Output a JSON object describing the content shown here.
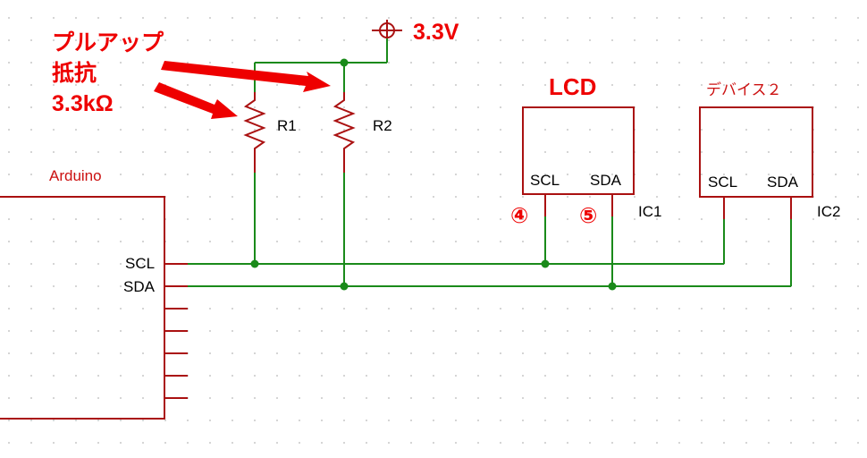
{
  "annotation": {
    "pullup_line1": "プルアップ",
    "pullup_line2": "抵抗",
    "pullup_line3": "3.3kΩ"
  },
  "power": {
    "label": "3.3V"
  },
  "resistors": [
    {
      "ref": "R1"
    },
    {
      "ref": "R2"
    }
  ],
  "arduino": {
    "title": "Arduino",
    "pins": {
      "scl": "SCL",
      "sda": "SDA"
    }
  },
  "ic1": {
    "title": "LCD",
    "pin_scl": "SCL",
    "pin_sda": "SDA",
    "ref": "IC1",
    "pin_num_scl": "④",
    "pin_num_sda": "⑤"
  },
  "ic2": {
    "title": "デバイス２",
    "pin_scl": "SCL",
    "pin_sda": "SDA",
    "ref": "IC2"
  },
  "colors": {
    "wire": "#1a8a1a",
    "component": "#aa1111",
    "annotation": "#ee0000",
    "grid_dot": "#c8c8c8"
  }
}
